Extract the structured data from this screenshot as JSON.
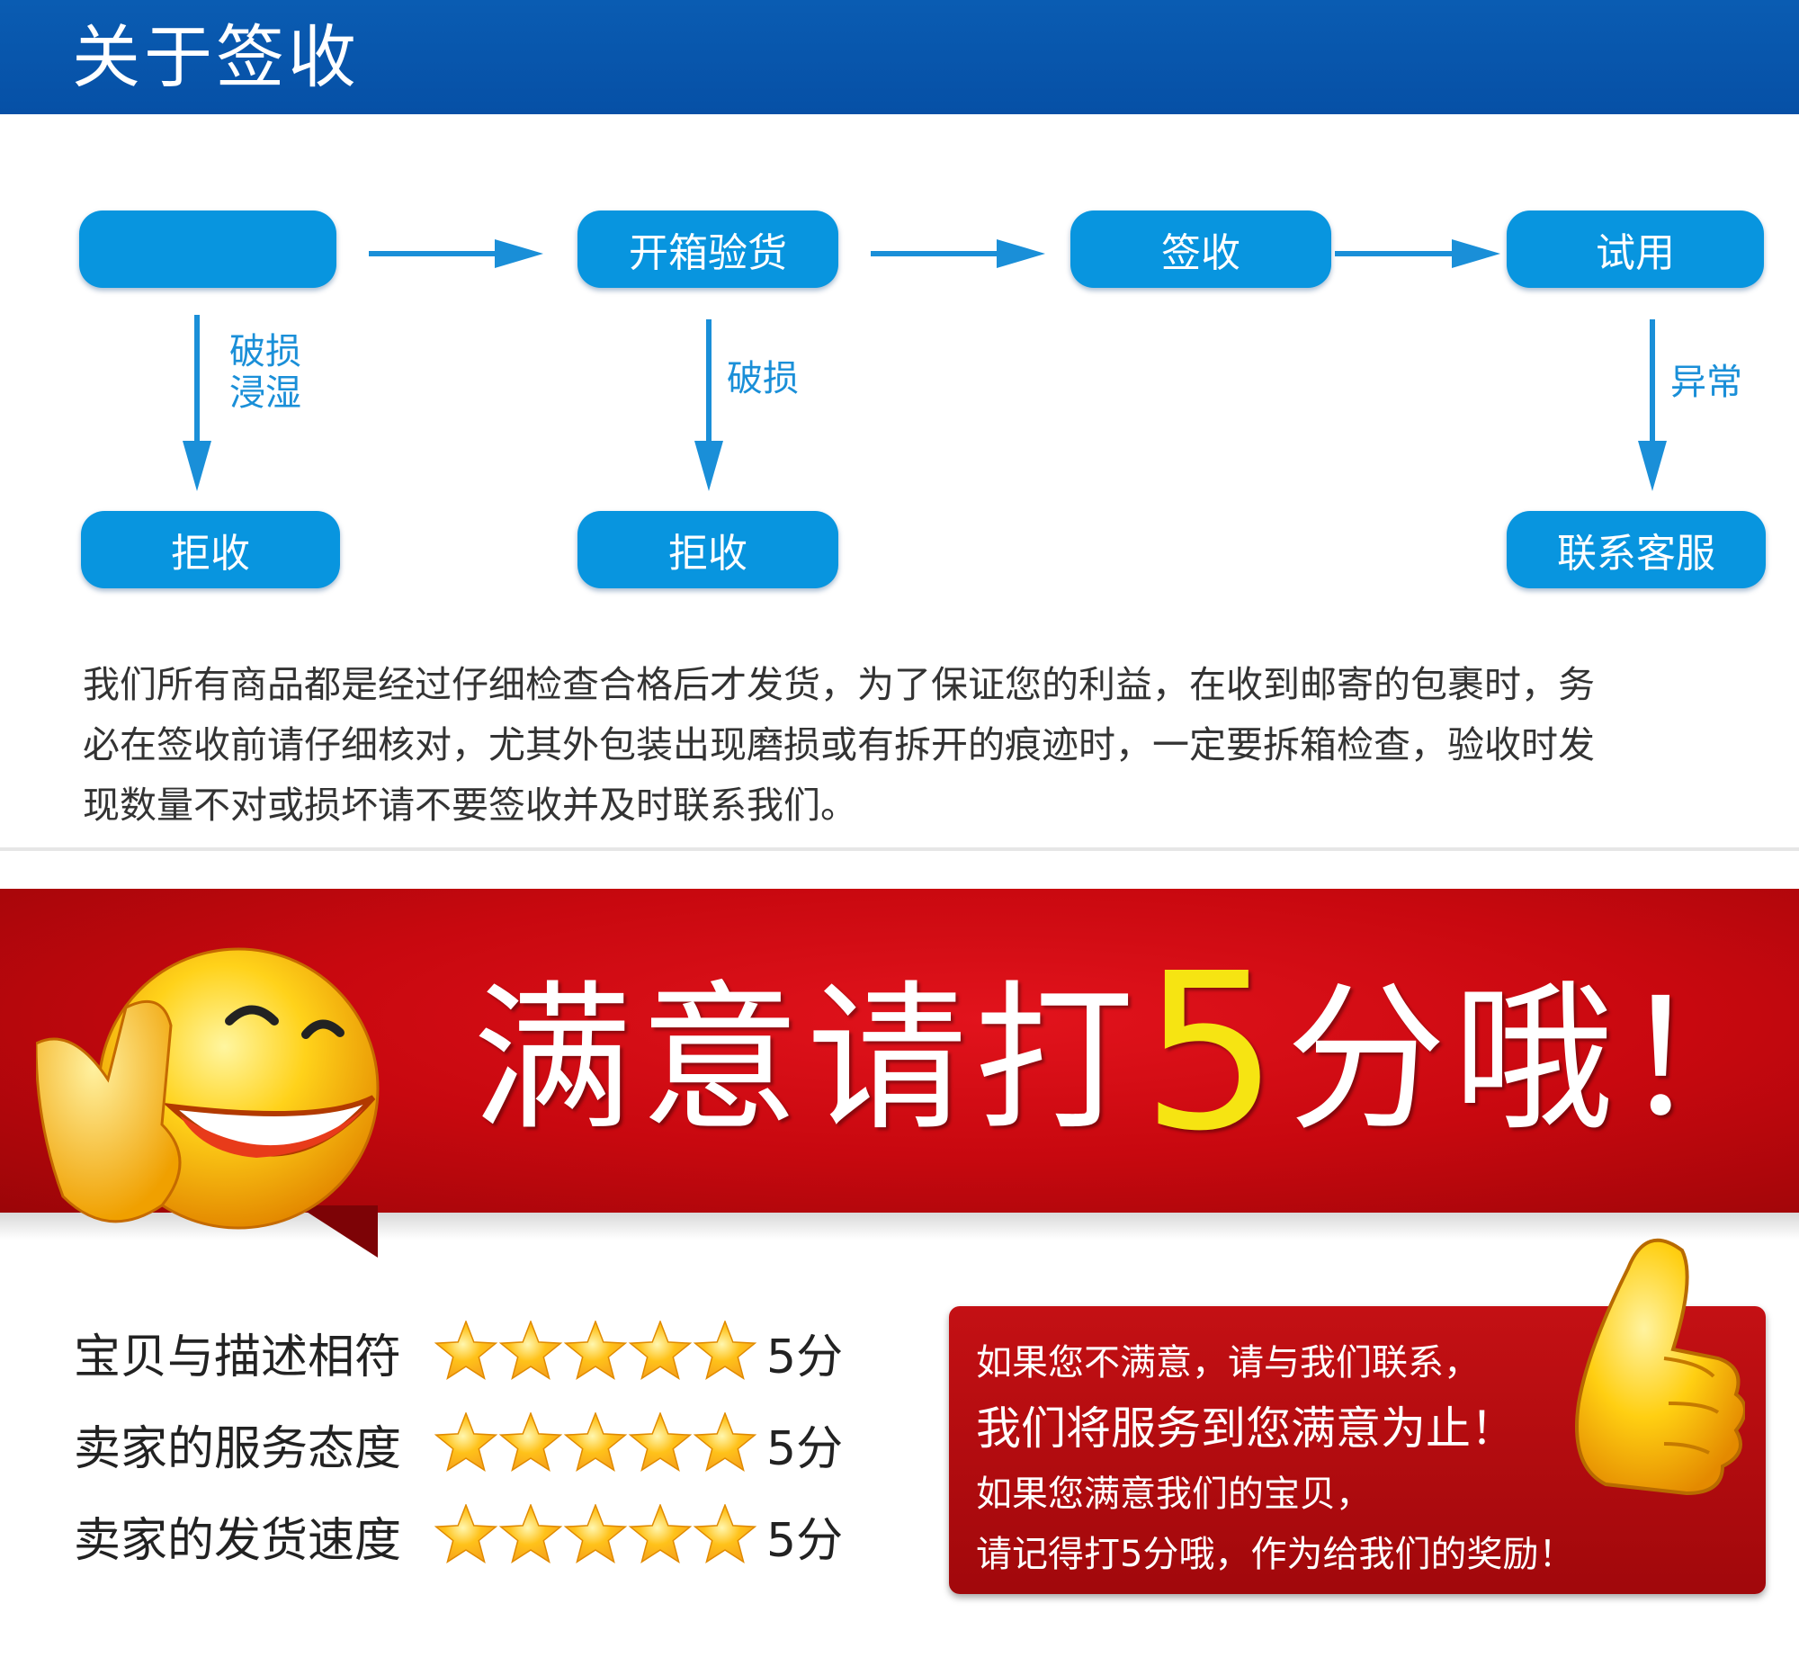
{
  "header": {
    "title": "关于签收"
  },
  "flow": {
    "step1": "",
    "step2": "开箱验货",
    "step3": "签收",
    "step4": "试用",
    "branch1_label_line1": "破损",
    "branch1_label_line2": "浸湿",
    "branch2_label": "破损",
    "branch4_label": "异常",
    "reject1": "拒收",
    "reject2": "拒收",
    "contact": "联系客服"
  },
  "description": {
    "line1": "我们所有商品都是经过仔细检查合格后才发货，为了保证您的利益，在收到邮寄的包裹时，务",
    "line2": "必在签收前请仔细核对，尤其外包装出现磨损或有拆开的痕迹时，一定要拆箱检查，验收时发",
    "line3": "现数量不对或损坏请不要签收并及时联系我们。"
  },
  "banner": {
    "text_before": "满意请打",
    "five": "5",
    "text_after": "分哦！"
  },
  "ratings": [
    {
      "label": "宝贝与描述相符",
      "stars": 5,
      "score": "5分"
    },
    {
      "label": "卖家的服务态度",
      "stars": 5,
      "score": "5分"
    },
    {
      "label": "卖家的发货速度",
      "stars": 5,
      "score": "5分"
    }
  ],
  "message": {
    "line1": "如果您不满意，请与我们联系，",
    "line2": "我们将服务到您满意为止！",
    "line3": "如果您满意我们的宝贝，",
    "line4": "请记得打5分哦，作为给我们的奖励！"
  },
  "colors": {
    "header_blue": "#0a5cb2",
    "flow_blue": "#0895df",
    "banner_red": "#c8080f",
    "banner_yellow": "#f6e412",
    "star": "#f7a51c"
  }
}
